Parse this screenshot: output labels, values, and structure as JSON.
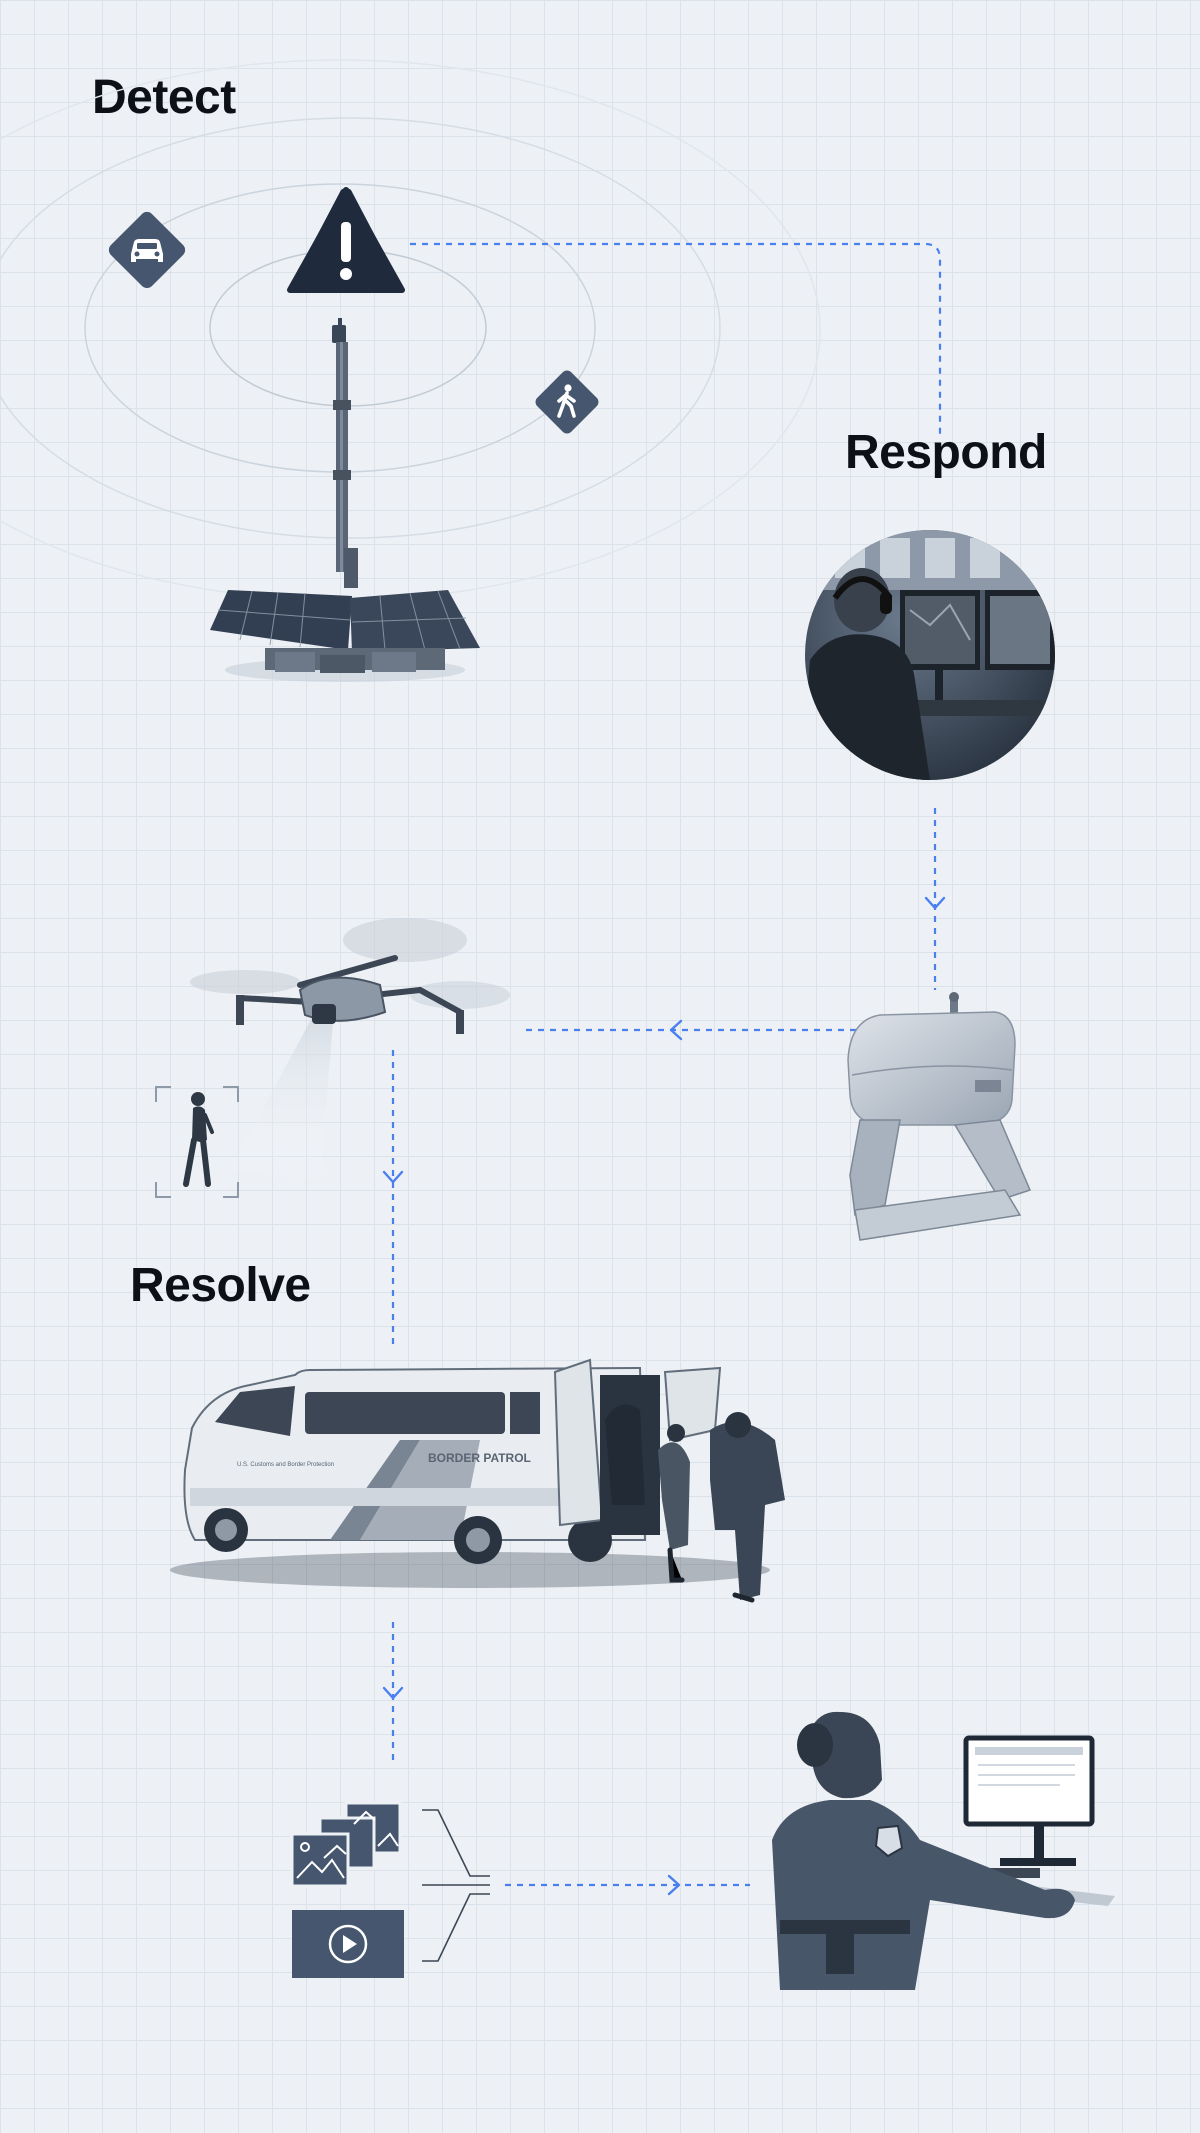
{
  "stages": {
    "detect": {
      "label": "Detect"
    },
    "respond": {
      "label": "Respond"
    },
    "resolve": {
      "label": "Resolve"
    }
  },
  "van": {
    "side_text": "BORDER PATROL",
    "bumper_text": "U.S. Customs and Border Protection"
  },
  "colors": {
    "background": "#edf1f5",
    "grid": "#dbe2ea",
    "flow_line": "#4a7ff0",
    "icon_dark": "#1f2b3d",
    "icon_slate": "#45566e",
    "text": "#0d1016"
  },
  "icons": [
    "car-icon",
    "warning-icon",
    "pedestrian-icon",
    "surveillance-tower",
    "operator-photo",
    "drone-dock",
    "drone",
    "person-target",
    "border-patrol-van",
    "image-stack-icon",
    "video-icon",
    "officer-workstation"
  ]
}
